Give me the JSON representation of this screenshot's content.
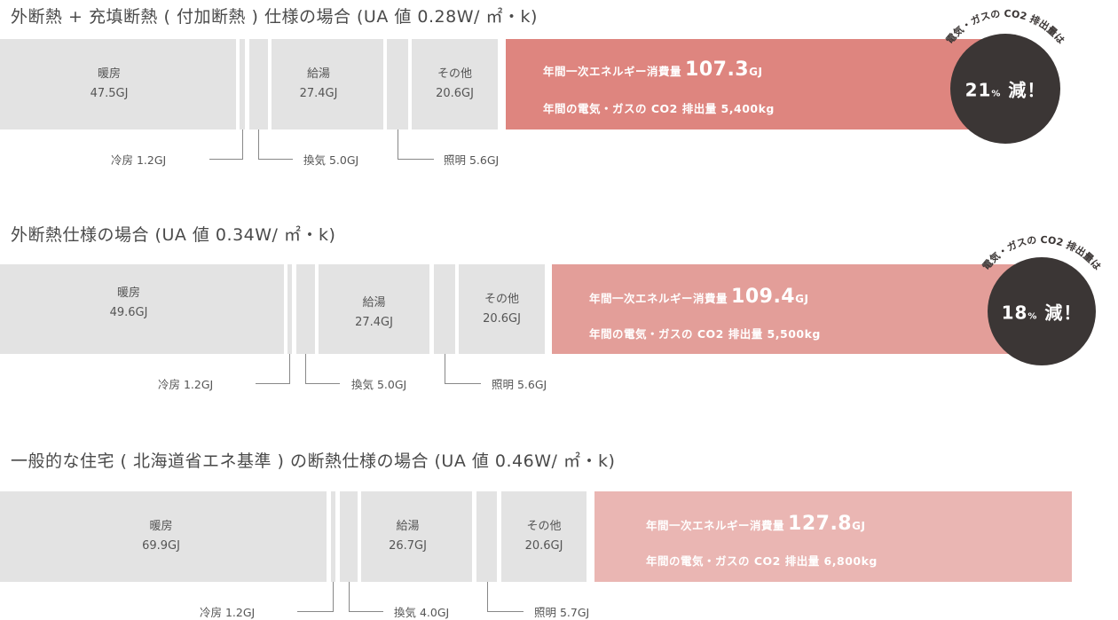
{
  "chart_data": [
    {
      "type": "bar",
      "orientation": "horizontal-stacked",
      "title": "外断熱＋充填断熱（付加断熱）仕様の場合 (UA 値 0.28W/ ㎡・k)",
      "categories": [
        "暖房",
        "冷房",
        "換気",
        "給湯",
        "照明",
        "その他"
      ],
      "values": [
        47.5,
        1.2,
        5.0,
        27.4,
        5.6,
        20.6
      ],
      "unit": "GJ",
      "total_energy_gj": 107.3,
      "co2_kg": 5400,
      "co2_reduction_pct": 21
    },
    {
      "type": "bar",
      "orientation": "horizontal-stacked",
      "title": "外断熱仕様の場合 (UA 値 0.34W/ ㎡・k)",
      "categories": [
        "暖房",
        "冷房",
        "換気",
        "給湯",
        "照明",
        "その他"
      ],
      "values": [
        49.6,
        1.2,
        5.0,
        27.4,
        5.6,
        20.6
      ],
      "unit": "GJ",
      "total_energy_gj": 109.4,
      "co2_kg": 5500,
      "co2_reduction_pct": 18
    },
    {
      "type": "bar",
      "orientation": "horizontal-stacked",
      "title": "一般的な住宅（北海道省エネ基準）の断熱仕様の場合 (UA 値 0.46W/ ㎡・k)",
      "categories": [
        "暖房",
        "冷房",
        "換気",
        "給湯",
        "照明",
        "その他"
      ],
      "values": [
        69.9,
        1.2,
        4.0,
        26.7,
        5.7,
        20.6
      ],
      "unit": "GJ",
      "total_energy_gj": 127.8,
      "co2_kg": 6800,
      "co2_reduction_pct": null
    }
  ],
  "colors": {
    "segment_gray": "#e3e3e3",
    "total_row1": "#de857f",
    "total_row2": "#e39e99",
    "total_row3": "#eab6b3",
    "badge": "#3b3635",
    "text": "#555555"
  },
  "rows": [
    {
      "title": "外断熱 + 充填断熱 ( 付加断熱 ) 仕様の場合 (UA 値 0.28W/ ㎡・k)",
      "heating": {
        "name": "暖房",
        "value": "47.5GJ"
      },
      "hot_water": {
        "name": "給湯",
        "value": "27.4GJ"
      },
      "other": {
        "name": "その他",
        "value": "20.6GJ"
      },
      "cooling_label": "冷房 1.2GJ",
      "ventilation_label": "換気 5.0GJ",
      "lighting_label": "照明 5.6GJ",
      "total_prefix": "年間一次エネルギー消費量",
      "total_value": "107.3",
      "total_unit": "GJ",
      "co2_line": "年間の電気・ガスの CO2 排出量 5,400kg",
      "badge_arc": "電気・ガスの CO2 排出量は",
      "badge_pct": "21",
      "badge_pct_unit": "%",
      "badge_suffix": "減！"
    },
    {
      "title": "外断熱仕様の場合 (UA 値 0.34W/ ㎡・k)",
      "heating": {
        "name": "暖房",
        "value": "49.6GJ"
      },
      "hot_water": {
        "name": "給湯",
        "value": "27.4GJ"
      },
      "other": {
        "name": "その他",
        "value": "20.6GJ"
      },
      "cooling_label": "冷房 1.2GJ",
      "ventilation_label": "換気 5.0GJ",
      "lighting_label": "照明 5.6GJ",
      "total_prefix": "年間一次エネルギー消費量",
      "total_value": "109.4",
      "total_unit": "GJ",
      "co2_line": "年間の電気・ガスの CO2 排出量 5,500kg",
      "badge_arc": "電気・ガスの CO2 排出量は",
      "badge_pct": "18",
      "badge_pct_unit": "%",
      "badge_suffix": "減！"
    },
    {
      "title": "一般的な住宅 ( 北海道省エネ基準 ) の断熱仕様の場合 (UA 値 0.46W/ ㎡・k)",
      "heating": {
        "name": "暖房",
        "value": "69.9GJ"
      },
      "hot_water": {
        "name": "給湯",
        "value": "26.7GJ"
      },
      "other": {
        "name": "その他",
        "value": "20.6GJ"
      },
      "cooling_label": "冷房 1.2GJ",
      "ventilation_label": "換気 4.0GJ",
      "lighting_label": "照明 5.7GJ",
      "total_prefix": "年間一次エネルギー消費量",
      "total_value": "127.8",
      "total_unit": "GJ",
      "co2_line": "年間の電気・ガスの CO2 排出量 6,800kg"
    }
  ]
}
